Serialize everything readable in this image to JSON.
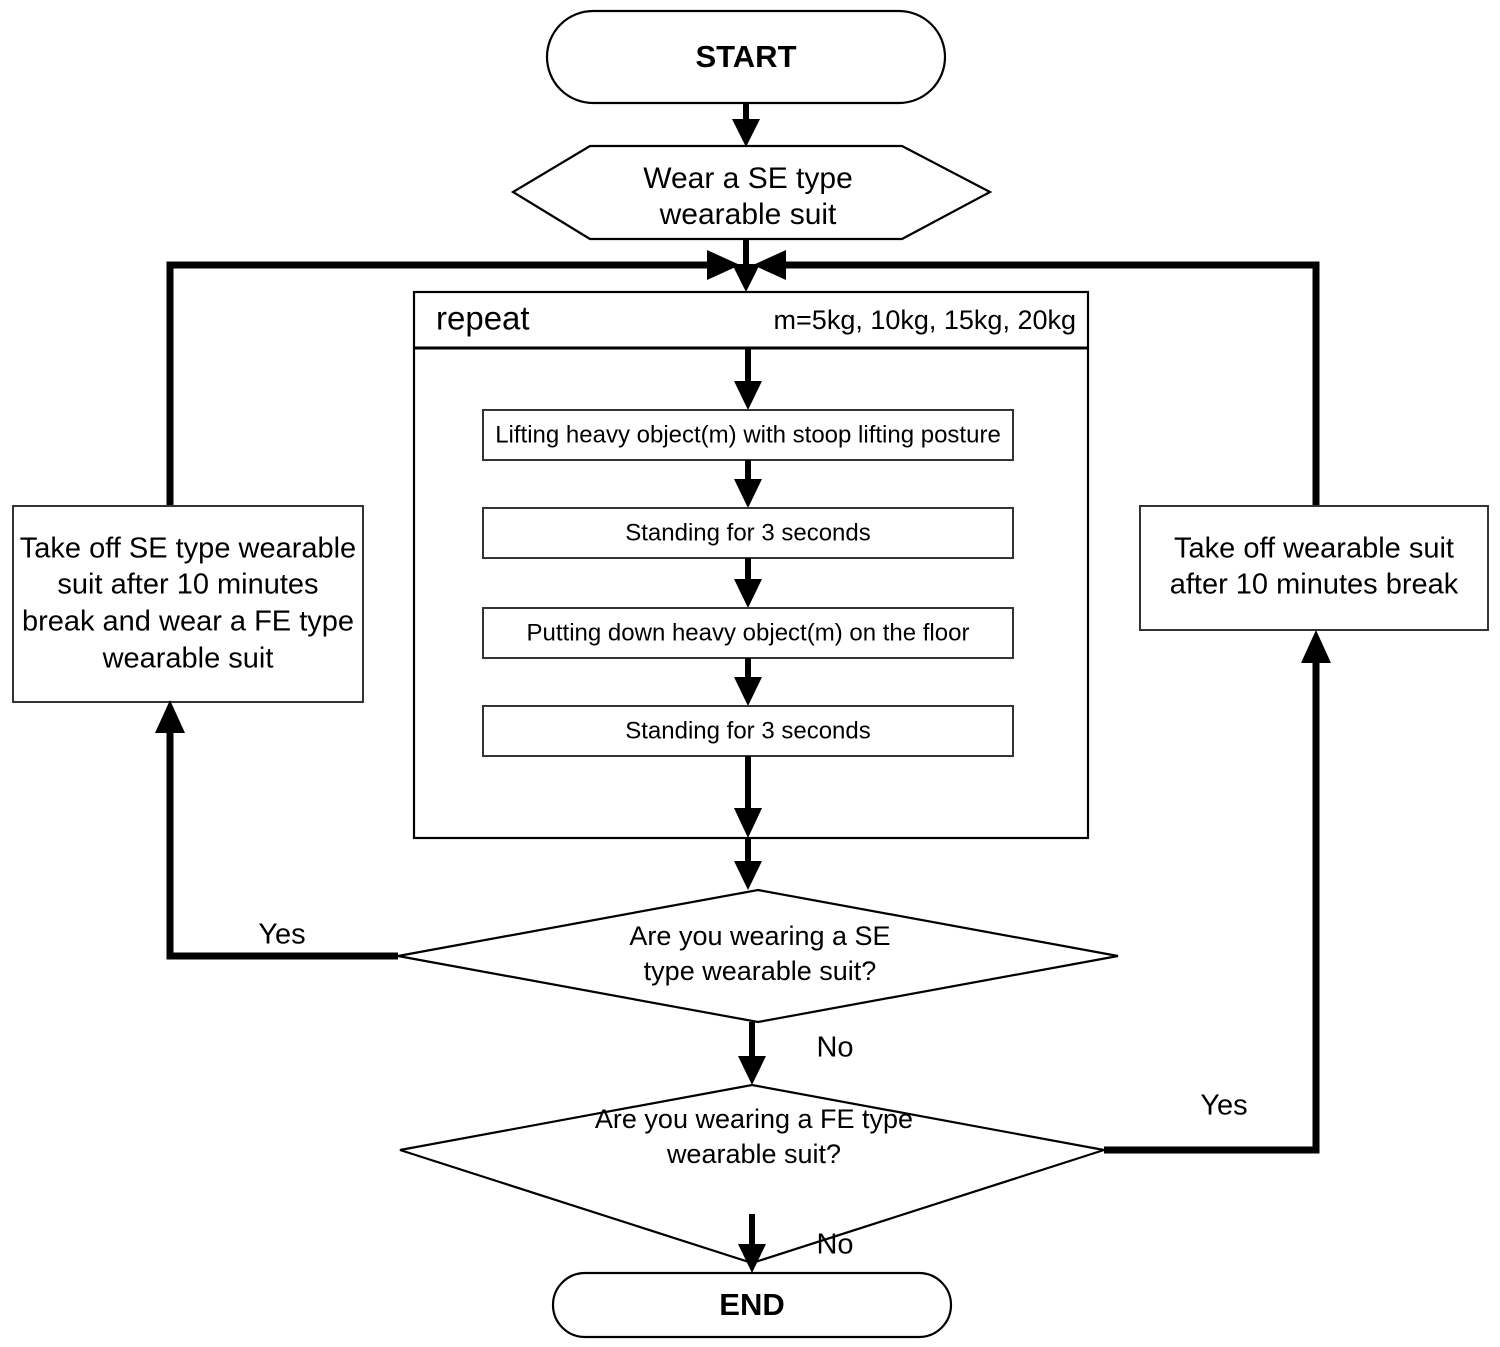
{
  "diagram": {
    "title": "Wearable suit lifting experiment protocol flowchart",
    "colors": {
      "background": "#ffffff",
      "stroke": "#000000",
      "shape_fill": "#ffffff",
      "inner_box_stroke": "#333333"
    },
    "start_terminal": {
      "label": "START"
    },
    "end_terminal": {
      "label": "END"
    },
    "input_hex": {
      "line1": "Wear a SE type",
      "line2": "wearable suit"
    },
    "repeat_block": {
      "keyword": "repeat",
      "parameters": "m=5kg, 10kg, 15kg, 20kg",
      "steps": [
        {
          "label": "Lifting heavy object(m) with stoop lifting posture"
        },
        {
          "label": "Standing for 3 seconds"
        },
        {
          "label": "Putting down heavy object(m) on the floor"
        },
        {
          "label": "Standing for 3 seconds"
        }
      ]
    },
    "left_process": {
      "lines": [
        "Take off SE type wearable",
        "suit after 10 minutes",
        "break and wear a FE type",
        "wearable suit"
      ]
    },
    "right_process": {
      "lines": [
        "Take off wearable suit",
        "after 10 minutes break"
      ]
    },
    "decision_se": {
      "line1": "Are you wearing a SE",
      "line2": "type wearable suit?",
      "yes_label": "Yes",
      "no_label": "No"
    },
    "decision_fe": {
      "line1": "Are you wearing a FE type",
      "line2": "wearable suit?",
      "yes_label": "Yes",
      "no_label": "No"
    }
  }
}
